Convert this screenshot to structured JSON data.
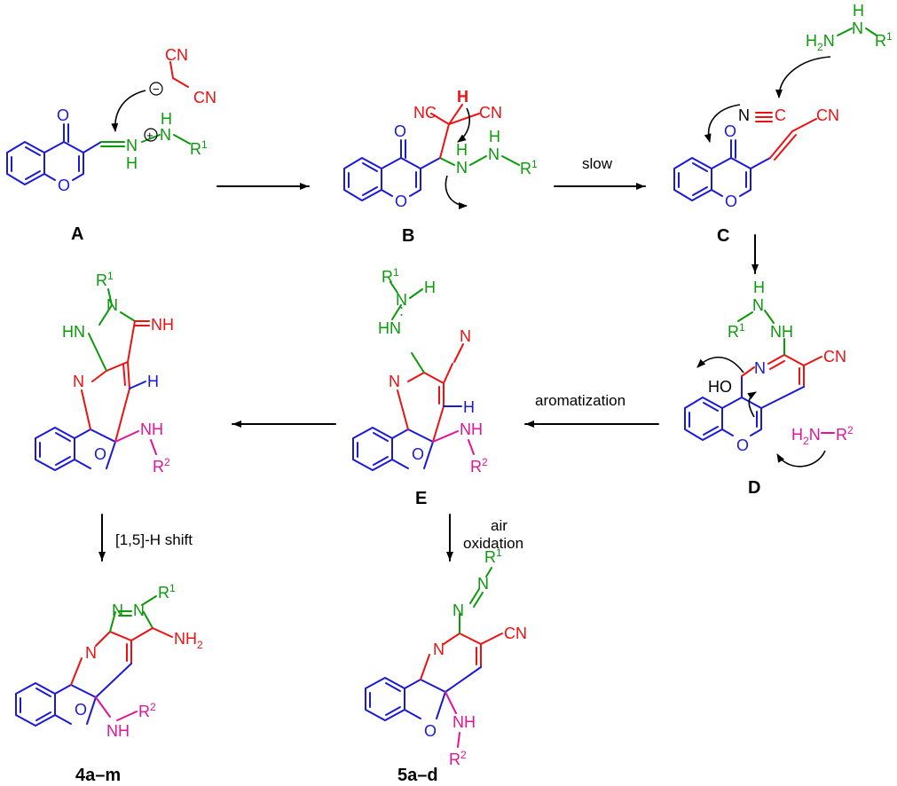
{
  "labels": {
    "A": "A",
    "B": "B",
    "C": "C",
    "D": "D",
    "E": "E",
    "P4": "4a–m",
    "P5": "5a–d"
  },
  "conditions": {
    "slow": "slow",
    "aromatization": "aromatization",
    "shift": "[1,5]-H shift",
    "air": "air",
    "oxidation": "oxidation"
  },
  "atoms": {
    "O": "O",
    "N": "N",
    "H": "H",
    "C": "C",
    "NH": "NH",
    "HN": "HN",
    "HO": "HO",
    "CN": "CN",
    "NC": "NC",
    "NH2": "NH",
    "H2": "H",
    "sub2": "2",
    "R": "R",
    "one": "1",
    "two": "2",
    "plus": "+",
    "minus": "−",
    "dots": ":"
  },
  "colors": {
    "chromone": "#1a1ad6",
    "malononitrile": "#ee1111",
    "hydrazine": "#0a9a0a",
    "amine": "#e0139a"
  }
}
